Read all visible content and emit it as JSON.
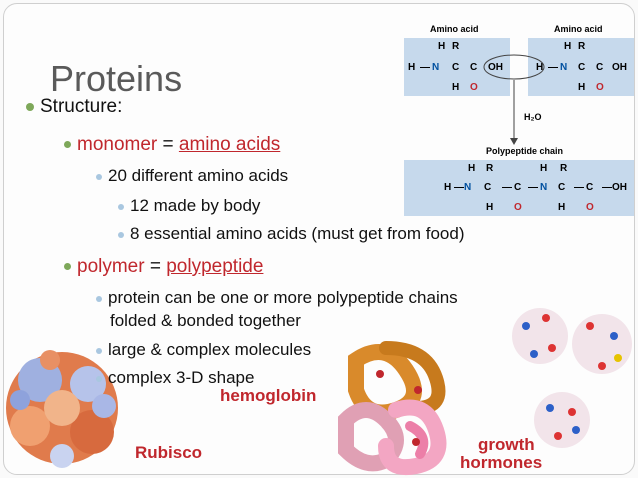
{
  "slide": {
    "title": "Proteins",
    "b1": "Structure:",
    "b2_a": "monomer",
    "b2_eq": " = ",
    "b2_b": "amino acids",
    "b3": "20 different amino acids",
    "b4": "12 made by body",
    "b5": "8 essential amino acids (must get from food)",
    "b6_a": "polymer",
    "b6_eq": " = ",
    "b6_b": "polypeptide",
    "b7_line1": "protein can be one or more polypeptide chains",
    "b7_line2": "folded & bonded together",
    "b8": "large & complex molecules",
    "b9": "complex 3-D shape"
  },
  "diagram": {
    "amino_acid_left": "Amino acid",
    "amino_acid_right": "Amino acid",
    "water": "H₂O",
    "chain_label": "Polypeptide chain"
  },
  "images": {
    "rubisco": "Rubisco",
    "hemoglobin": "hemoglobin",
    "growth1": "growth",
    "growth2": "hormones"
  },
  "colors": {
    "accent_red": "#c0272d",
    "title_gray": "#5a5a5a",
    "diagram_bg": "#c6d9ec"
  }
}
